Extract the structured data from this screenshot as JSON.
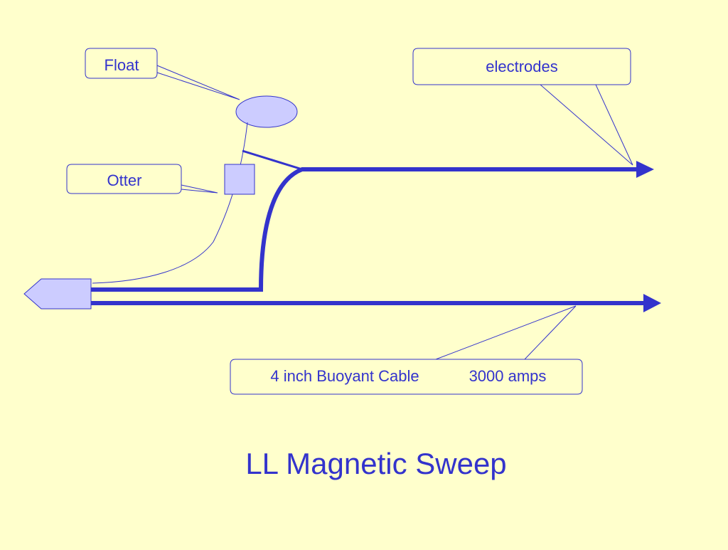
{
  "title": "LL Magnetic Sweep",
  "callouts": {
    "float": "Float",
    "otter": "Otter",
    "electrodes": "electrodes",
    "cable_name": "4 inch Buoyant Cable",
    "cable_current": "3000 amps"
  },
  "colors": {
    "background": "#ffffcc",
    "ink": "#3333cc",
    "fill": "#ccccff"
  }
}
